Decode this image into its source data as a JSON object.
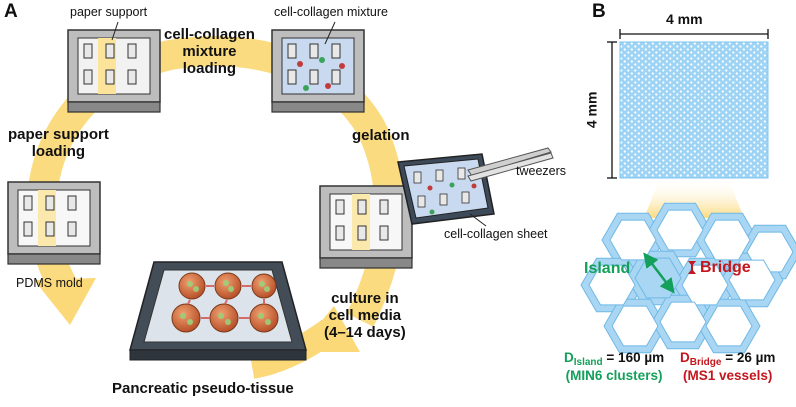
{
  "panel_a": {
    "label": "A",
    "steps": {
      "paper_support_loading": "paper support\nloading",
      "mixture_loading": "cell-collagen\nmixture\nloading",
      "gelation": "gelation",
      "culture": "culture in\ncell media\n(4–14 days)"
    },
    "annotations": {
      "paper_support": "paper support",
      "cell_collagen_mixture": "cell-collagen mixture",
      "tweezers": "tweezers",
      "cell_collagen_sheet": "cell-collagen sheet",
      "pdms_mold": "PDMS mold"
    },
    "result": "Pancreatic pseudo-tissue"
  },
  "panel_b": {
    "label": "B",
    "width_dim": "4 mm",
    "height_dim": "4 mm",
    "island_label": "Island",
    "bridge_label": "Bridge",
    "island": {
      "d": "D",
      "sub": "Island",
      "value": "= 160 µm",
      "note": "(MIN6 clusters)"
    },
    "bridge": {
      "d": "D",
      "sub": "Bridge",
      "value": "= 26 µm",
      "note": "(MS1 vessels)"
    }
  },
  "colors": {
    "arrow": "#fbd978",
    "mesh": "#9dd3f4",
    "island_text": "#13a05a",
    "bridge_text": "#c4161c",
    "mold_gray": "#9a9a9a"
  }
}
